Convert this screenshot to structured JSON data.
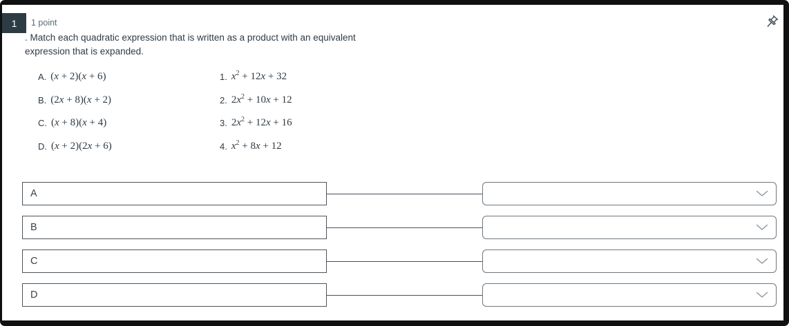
{
  "question": {
    "number": "1",
    "points": "1 point",
    "prompt": ". Match each quadratic expression that is written as a product with an equivalent expression that is expanded.",
    "left_options": [
      {
        "label": "A.",
        "math": "(x + 2)(x + 6)"
      },
      {
        "label": "B.",
        "math": "(2x + 8)(x + 2)"
      },
      {
        "label": "C.",
        "math": "(x + 8)(x + 4)"
      },
      {
        "label": "D.",
        "math": "(x + 2)(2x + 6)"
      }
    ],
    "right_options": [
      {
        "label": "1.",
        "math": "x^2 + 12x + 32"
      },
      {
        "label": "2.",
        "math": "2x^2 + 10x + 12"
      },
      {
        "label": "3.",
        "math": "2x^2 + 12x + 16"
      },
      {
        "label": "4.",
        "math": "x^2 + 8x + 12"
      }
    ]
  },
  "matching": {
    "rows": [
      {
        "label": "A",
        "selected": ""
      },
      {
        "label": "B",
        "selected": ""
      },
      {
        "label": "C",
        "selected": ""
      },
      {
        "label": "D",
        "selected": ""
      }
    ]
  },
  "icons": {
    "pin": "pushpin-icon",
    "chevron": "chevron-down-icon"
  },
  "colors": {
    "badge_bg": "#2d3b45",
    "badge_text": "#ffffff",
    "points_text": "#5a6a72",
    "body_text": "#2d3b45",
    "box_border": "#4a545c",
    "dropdown_border": "#6c7780",
    "connector_line": "#454f58",
    "chevron": "#8b949b",
    "frame": "#101010",
    "background": "#ffffff"
  }
}
